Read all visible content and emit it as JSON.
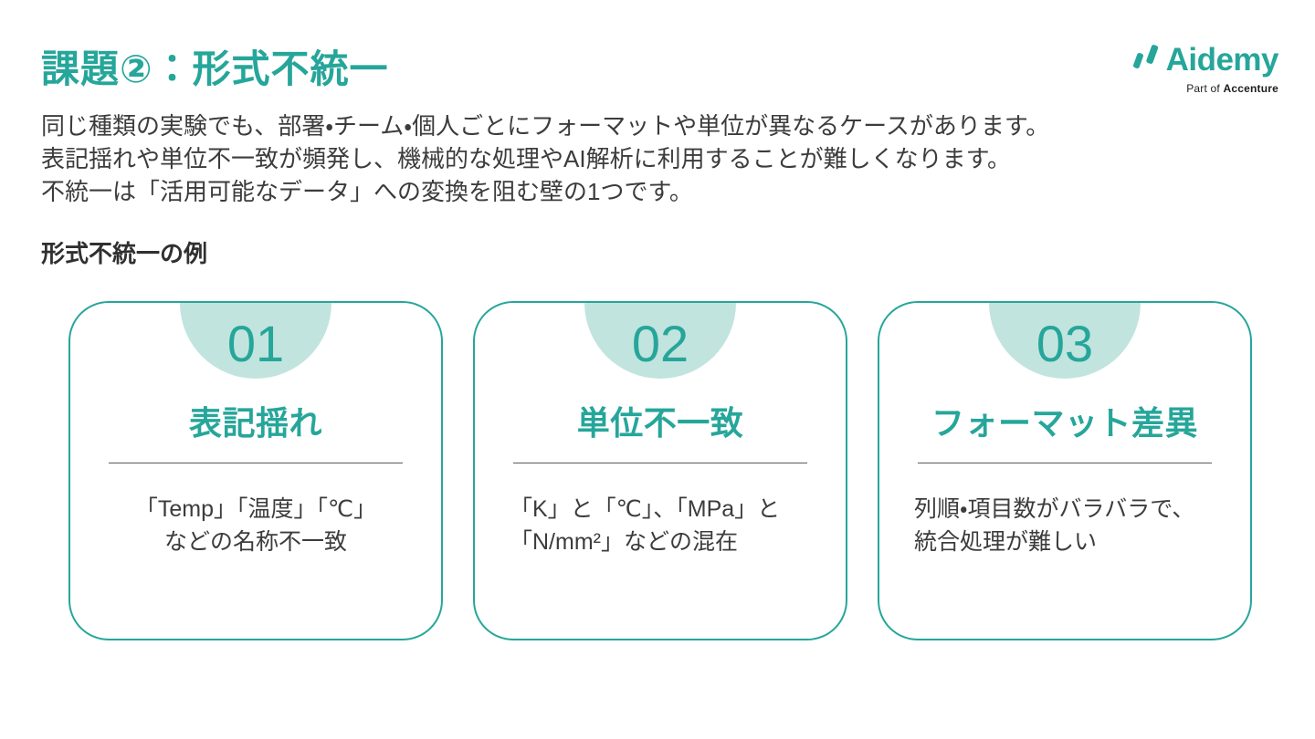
{
  "page": {
    "title": "課題②：形式不統一",
    "intro_lines": [
      "同じ種類の実験でも、部署・チーム・個人ごとにフォーマットや単位が異なるケースがあります。",
      "表記揺れや単位不一致が頻発し、機械的な処理やAI解析に利用することが難しくなります。",
      "不統一は「活用可能なデータ」への変換を阻む壁の1つです。"
    ],
    "section_label": "形式不統一の例"
  },
  "logo": {
    "word": "Aidemy",
    "tagline_prefix": "Part of ",
    "tagline_brand": "Accenture"
  },
  "cards": [
    {
      "number": "01",
      "title": "表記揺れ",
      "description": "「Temp」「温度」「℃」\nなどの名称不一致"
    },
    {
      "number": "02",
      "title": "単位不一致",
      "description": "「K」と「℃」、「MPa」と\n「N/mm²」などの混在"
    },
    {
      "number": "03",
      "title": "フォーマット差異",
      "description": "列順・項目数がバラバラで、\n統合処理が難しい"
    }
  ],
  "colors": {
    "teal": "#26A69A",
    "circle": "#C2E4DE",
    "text": "#3C3C3C",
    "divider": "#5A5A5A"
  }
}
